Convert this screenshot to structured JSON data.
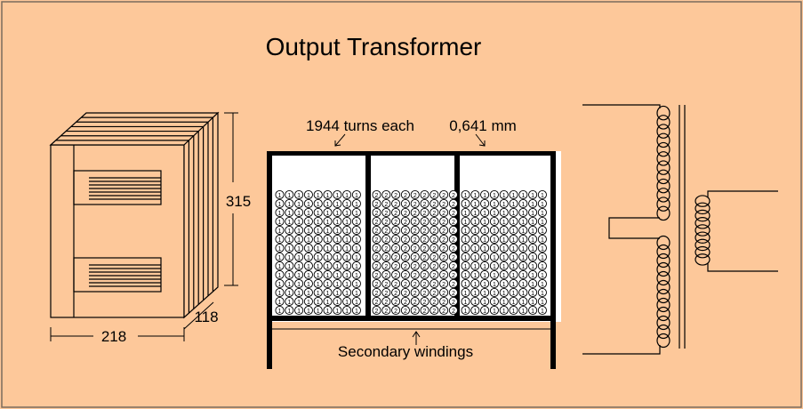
{
  "title": "Output Transformer",
  "core": {
    "height": "315",
    "width": "218",
    "depth": "118"
  },
  "winding": {
    "turns_label": "1944  turns  each",
    "wire_label": "0,641 mm",
    "secondary_label": "Secondary windings"
  },
  "marks": {
    "primary": "1",
    "secondary": "2"
  },
  "colors": {
    "background": "#fdc89a",
    "line": "#000000",
    "coil_fill": "#ffffff"
  }
}
